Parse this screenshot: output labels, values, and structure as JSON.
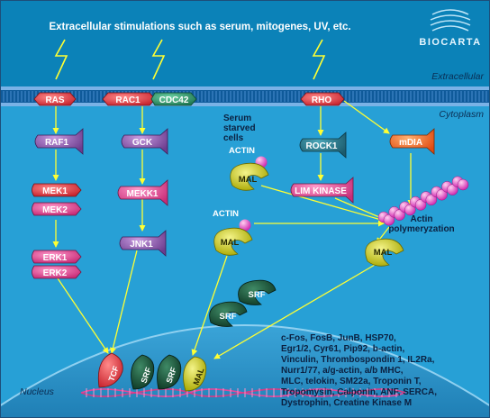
{
  "header": {
    "stimuli_text": "Extracellular stimulations such as serum, mitogenes, UV, etc.",
    "logo_text": "BIOCARTA"
  },
  "regions": {
    "extracellular": "Extracellular",
    "cytoplasm": "Cytoplasm",
    "nucleus": "Nucleus"
  },
  "nodes": {
    "ras": "RAS",
    "rac1": "RAC1",
    "cdc42": "CDC42",
    "rho": "RHO",
    "raf1": "RAF1",
    "gck": "GCK",
    "rock1": "ROCK1",
    "mdia": "mDIA",
    "mek1": "MEK1",
    "mek2": "MEK2",
    "mekk1": "MEKK1",
    "lim_kinase": "LIM KINASE",
    "erk1": "ERK1",
    "erk2": "ERK2",
    "jnk1": "JNK1",
    "actin_1": "ACTIN",
    "mal_1": "MAL",
    "actin_2": "ACTIN",
    "mal_2": "MAL",
    "mal_3": "MAL",
    "srf_free_1": "SRF",
    "srf_free_2": "SRF",
    "tcf": "TCF",
    "srf_dna_1": "SRF",
    "srf_dna_2": "SRF",
    "mal_dna": "MAL"
  },
  "annotations": {
    "serum_starved": [
      "Serum",
      "starved",
      "cells"
    ],
    "actin_poly": [
      "Actin",
      "polymeryzation"
    ]
  },
  "target_genes": [
    "c-Fos, FosB, JunB, HSP70,",
    "Egr1/2, Cyr61, Pip92, b-actin,",
    "Vinculin, Thrombospondin 1, IL2Ra,",
    "Nurr1/77, a/g-actin, a/b MHC,",
    "MLC, telokin, SM22a, Troponin T,",
    "Tropomysin, Calponin, ANF, SERCA,",
    "Dystrophin, Creatine Kinase M"
  ],
  "colors": {
    "extracellular_bg": "#0b82b8",
    "cytoplasm_bg": "#27a0d6",
    "nucleus_bg": "#2b8fc4",
    "arrow": "#ffff33",
    "red_protein": "#e8404a",
    "purple_protein": "#9a5eb8",
    "pink_protein": "#e64a98",
    "green_protein": "#2f9a6e",
    "mal_yellow": "#d4d40c",
    "srf_dark": "#1d5a3e"
  }
}
